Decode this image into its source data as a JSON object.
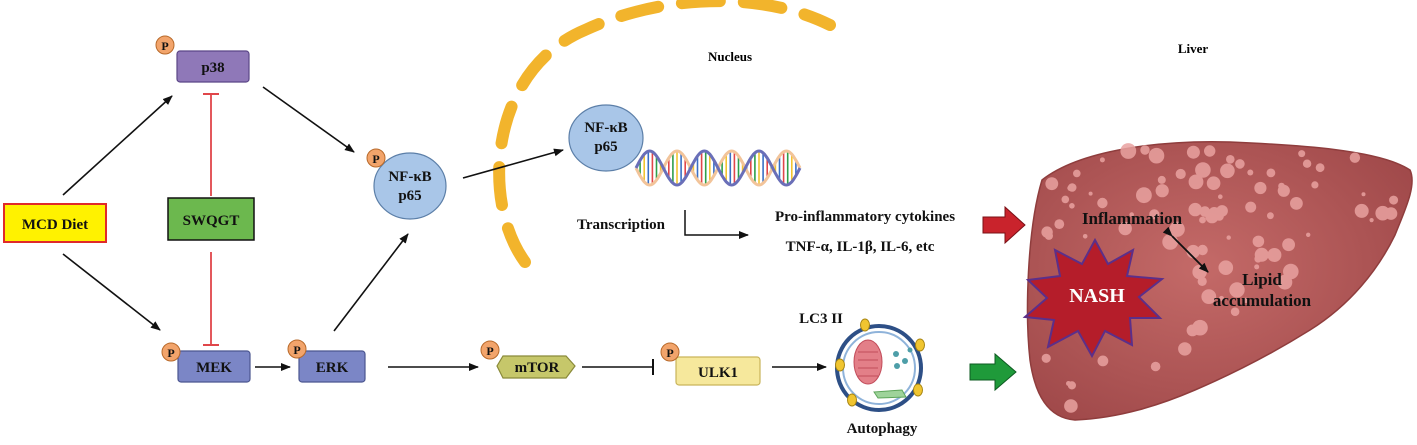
{
  "colors": {
    "kinase_purple": "#8f78b8",
    "kinase_blue": "#7b86c6",
    "nfkb_blue": "#a9c6e8",
    "phospho_orange": "#f2a46b",
    "mtor_green": "#c6c76a",
    "ulk1_yellow": "#f6e89c",
    "nucleus_dash": "#f2b42c",
    "inhibit_red": "#e0464a",
    "diet_yellow": "#fff200",
    "swqgt_green": "#6cb84e",
    "liver_red": "#b85b5b",
    "nash_red": "#b51d2a",
    "arrow_red": "#c9232c",
    "arrow_green": "#1f9a3a"
  },
  "labels": {
    "nucleus": "Nucleus",
    "liver": "Liver",
    "diet": "MCD Diet",
    "swqgt": "SWQGT",
    "p38": "p38",
    "mek": "MEK",
    "erk": "ERK",
    "mtor": "mTOR",
    "ulk1": "ULK1",
    "nfkb_line1": "NF-κB",
    "nfkb_line2": "p65",
    "phospho": "P",
    "transcription": "Transcription",
    "cytokines": "Pro-inflammatory cytokines",
    "cytokine_list": "TNF-α, IL-1β, IL-6, etc",
    "lc3": "LC3 II",
    "autophagy": "Autophagy",
    "inflammation": "Inflammation",
    "lipid_line1": "Lipid",
    "lipid_line2": "accumulation",
    "nash": "NASH"
  }
}
